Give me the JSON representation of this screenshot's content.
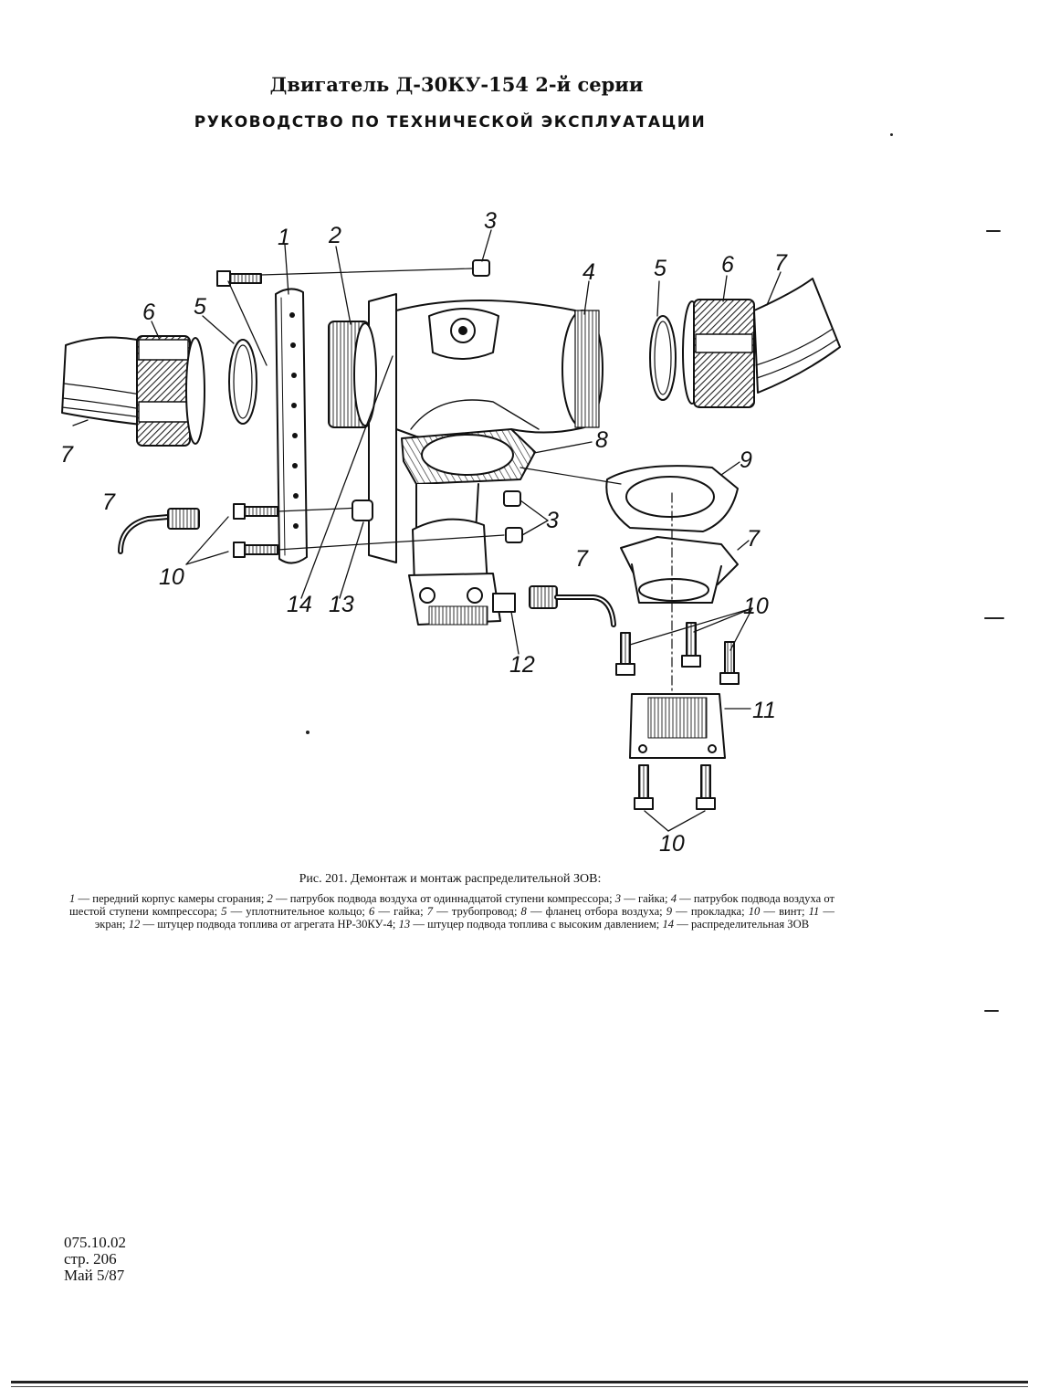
{
  "header": {
    "line1": "Двигатель Д-30КУ-154 2-й серии",
    "line2": "РУКОВОДСТВО ПО ТЕХНИЧЕСКОЙ ЭКСПЛУАТАЦИИ"
  },
  "figure": {
    "callouts": {
      "c1": "1",
      "c2": "2",
      "c3a": "3",
      "c3b": "3",
      "c4": "4",
      "c5l": "5",
      "c5r": "5",
      "c6l": "6",
      "c6r": "6",
      "c7a": "7",
      "c7b": "7",
      "c7c": "7",
      "c7d": "7",
      "c7e": "7",
      "c8": "8",
      "c9": "9",
      "c10a": "10",
      "c10b": "10",
      "c10c": "10",
      "c11": "11",
      "c12": "12",
      "c13": "13",
      "c14": "14"
    }
  },
  "caption": {
    "title": "Рис. 201. Демонтаж и монтаж распределительной ЗОВ:",
    "items": [
      {
        "num": "1",
        "text": " — передний корпус камеры сгорания; "
      },
      {
        "num": "2",
        "text": " — патрубок подвода воздуха от одиннадцатой ступени компрессора; "
      },
      {
        "num": "3",
        "text": " — гайка; "
      },
      {
        "num": "4",
        "text": " — патрубок подвода воздуха от шестой ступени компрессора; "
      },
      {
        "num": "5",
        "text": " — уплотнительное кольцо; "
      },
      {
        "num": "6",
        "text": " — гайка; "
      },
      {
        "num": "7",
        "text": " — трубопровод; "
      },
      {
        "num": "8",
        "text": " — фланец отбора воздуха; "
      },
      {
        "num": "9",
        "text": " — прокладка; "
      },
      {
        "num": "10",
        "text": " — винт; "
      },
      {
        "num": "11",
        "text": " — экран; "
      },
      {
        "num": "12",
        "text": " — штуцер подвода топлива от агрегата НР-30КУ-4; "
      },
      {
        "num": "13",
        "text": " — штуцер подвода топлива с высоким давлением; "
      },
      {
        "num": "14",
        "text": " — распределительная ЗОВ"
      }
    ]
  },
  "footer": {
    "code": "075.10.02",
    "page": "стр. 206",
    "date": "Май 5/87"
  }
}
